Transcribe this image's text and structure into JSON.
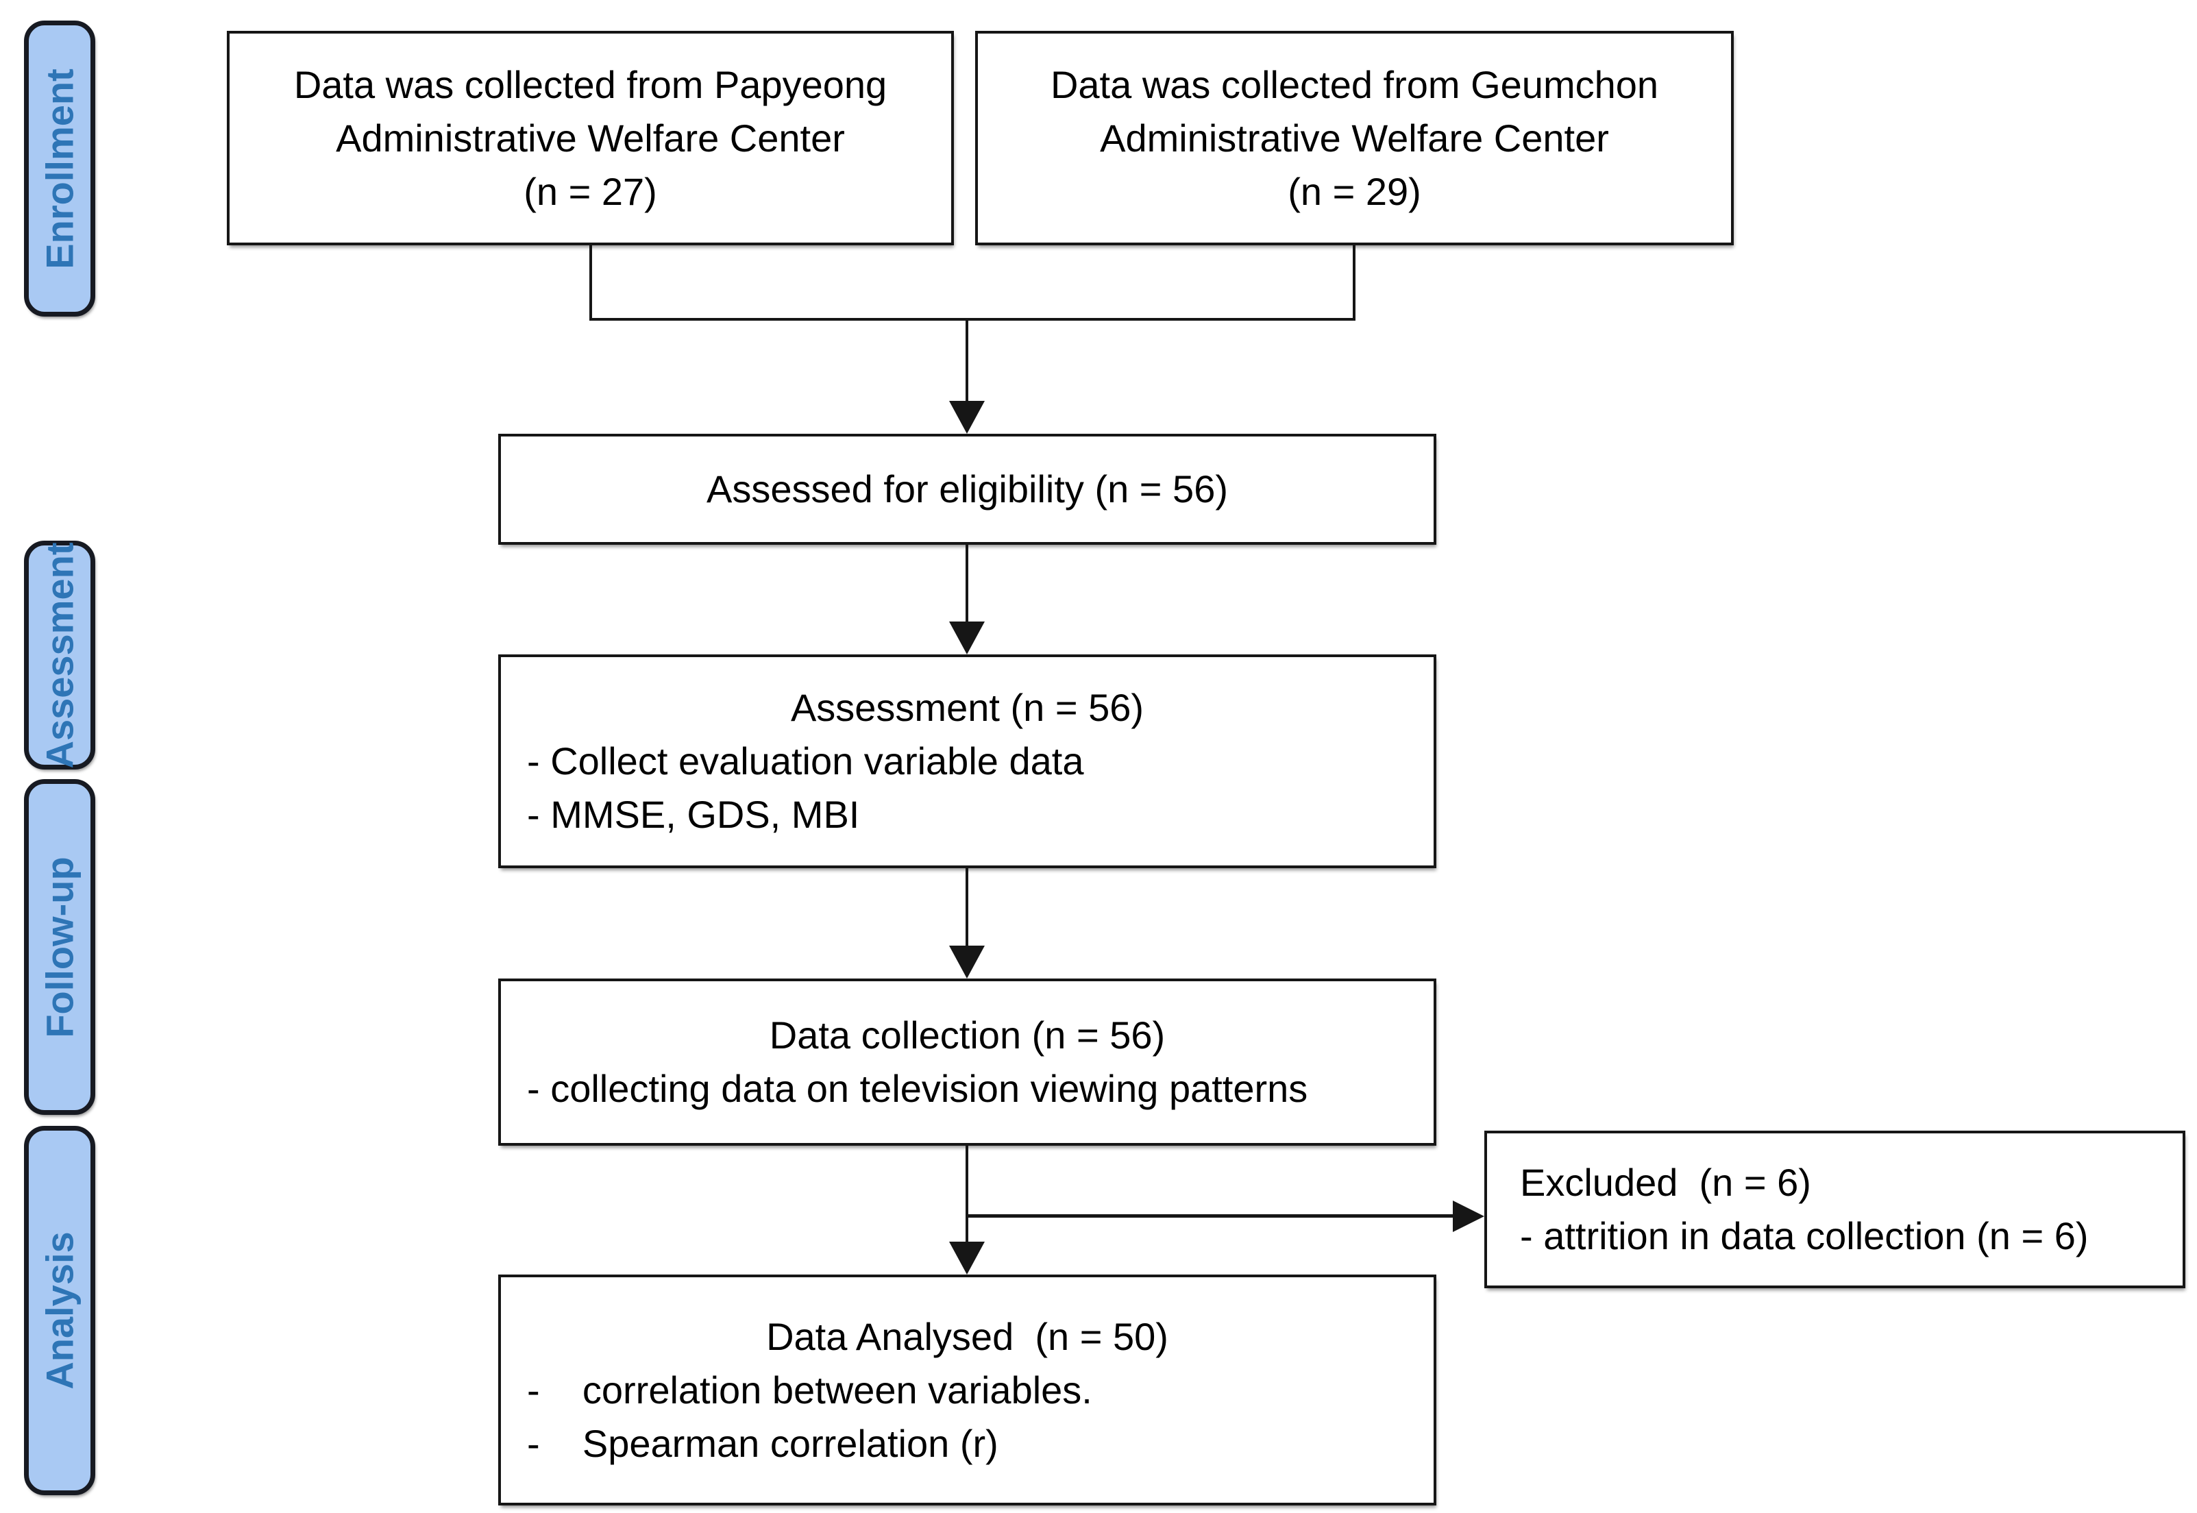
{
  "palette": {
    "background": "#FFFFFF",
    "stage_fill": "#A9C9F3",
    "stage_border": "#171A22",
    "stage_text": "#2E75B6",
    "box_fill": "#FFFFFF",
    "box_border": "#161616",
    "connector": "#161616",
    "text": "#000000"
  },
  "sidebar": {
    "stages": [
      {
        "label": "Enrollment"
      },
      {
        "label": "Assessment"
      },
      {
        "label": "Follow-up"
      },
      {
        "label": "Analysis"
      }
    ]
  },
  "boxes": {
    "source_left": {
      "lines": [
        "Data was collected from Papyeong",
        "Administrative Welfare Center",
        "(n = 27)"
      ]
    },
    "source_right": {
      "lines": [
        "Data was collected from Geumchon",
        "Administrative Welfare Center",
        "(n = 29)"
      ]
    },
    "eligibility": {
      "title": "Assessed for eligibility (n = 56)"
    },
    "assessment": {
      "title": "Assessment (n = 56)",
      "bullets": [
        "- Collect evaluation variable data",
        "- MMSE, GDS, MBI"
      ]
    },
    "data_collection": {
      "title": "Data collection (n = 56)",
      "bullets": [
        "- collecting data on television viewing patterns"
      ]
    },
    "excluded": {
      "lines": [
        "Excluded  (n = 6)",
        "- attrition in data collection (n = 6)"
      ]
    },
    "analysed": {
      "title": "Data Analysed  (n = 50)",
      "bullets": [
        "-    correlation between variables.",
        "-    Spearman correlation (r)"
      ]
    }
  }
}
